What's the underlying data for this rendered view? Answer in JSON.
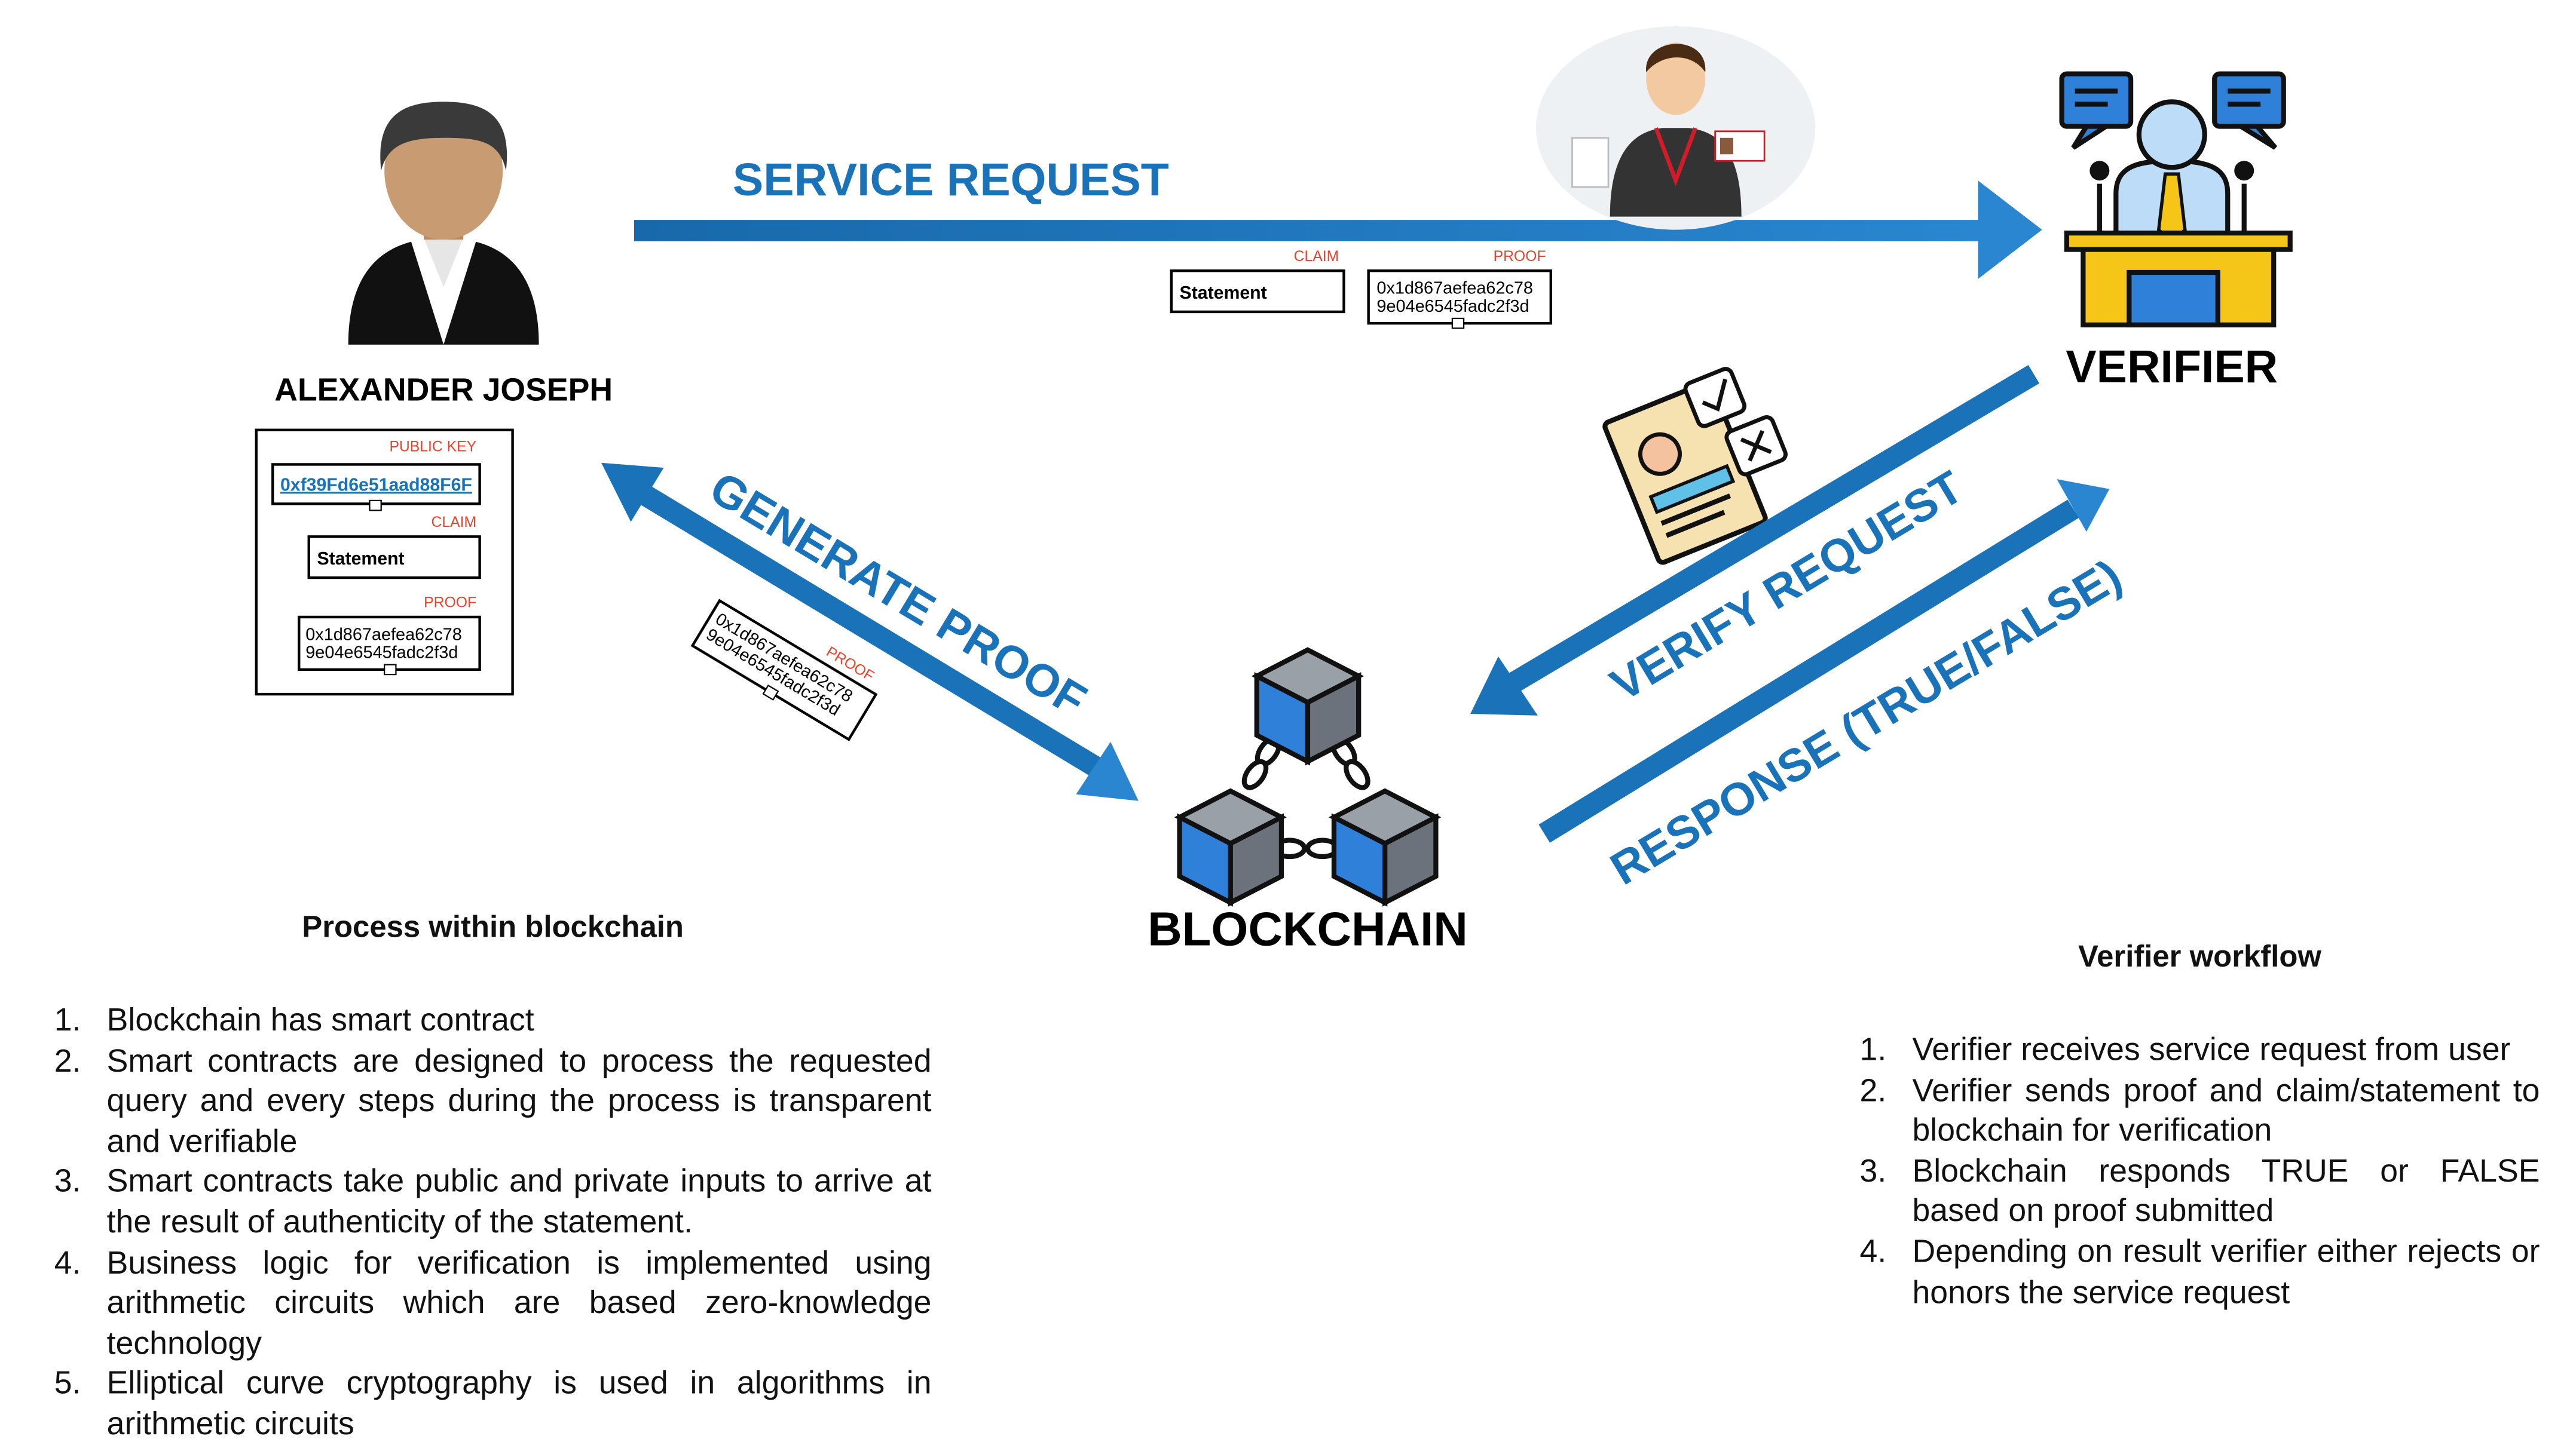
{
  "user": {
    "name": "ALEXANDER JOSEPH",
    "public_key_label": "PUBLIC KEY",
    "public_key": "0xf39Fd6e51aad88F6F",
    "claim_label": "CLAIM",
    "claim": "Statement",
    "proof_label": "PROOF",
    "proof_line1": "0x1d867aefea62c78",
    "proof_line2": "9e04e6545fadc2f3d"
  },
  "service_request": {
    "label": "SERVICE REQUEST",
    "claim_label": "CLAIM",
    "claim": "Statement",
    "proof_label": "PROOF",
    "proof_line1": "0x1d867aefea62c78",
    "proof_line2": "9e04e6545fadc2f3d"
  },
  "generate_proof": {
    "label": "GENERATE PROOF",
    "proof_label": "PROOF",
    "proof_line1": "0x1d867aefea62c78",
    "proof_line2": "9e04e6545fadc2f3d"
  },
  "verifier": {
    "label": "VERIFIER"
  },
  "verify_request": {
    "label": "VERIFY REQUEST"
  },
  "response": {
    "label": "RESPONSE (TRUE/FALSE)"
  },
  "blockchain": {
    "label": "BLOCKCHAIN"
  },
  "process_list": {
    "title": "Process within blockchain",
    "items": [
      {
        "num": "1.",
        "text": "Blockchain has smart contract"
      },
      {
        "num": "2.",
        "text": "Smart contracts are designed to process the requested query and every steps during the process is transparent and verifiable"
      },
      {
        "num": "3.",
        "text": "Smart contracts take public and private inputs to arrive at the result of authenticity of the statement."
      },
      {
        "num": "4.",
        "text": "Business logic for verification is implemented using arithmetic circuits which are based zero-knowledge technology"
      },
      {
        "num": "5.",
        "text": "Elliptical curve cryptography is used in algorithms in arithmetic circuits"
      }
    ]
  },
  "verifier_list": {
    "title": "Verifier workflow",
    "items": [
      {
        "num": "1.",
        "text": "Verifier receives service request from user"
      },
      {
        "num": "2.",
        "text": "Verifier sends proof and claim/statement to blockchain for verification"
      },
      {
        "num": "3.",
        "text": "Blockchain responds TRUE or FALSE based on proof submitted"
      },
      {
        "num": "4.",
        "text": "Depending on result verifier either rejects or honors the service request"
      }
    ]
  },
  "colors": {
    "arrow_blue": "#1a73b8",
    "tiny_label_red": "#e8432c",
    "cube_blue": "#2f80d8"
  },
  "icons": [
    "user-avatar-icon",
    "id-card-person-icon",
    "verifier-podium-icon",
    "document-check-icon",
    "blockchain-cubes-icon"
  ]
}
